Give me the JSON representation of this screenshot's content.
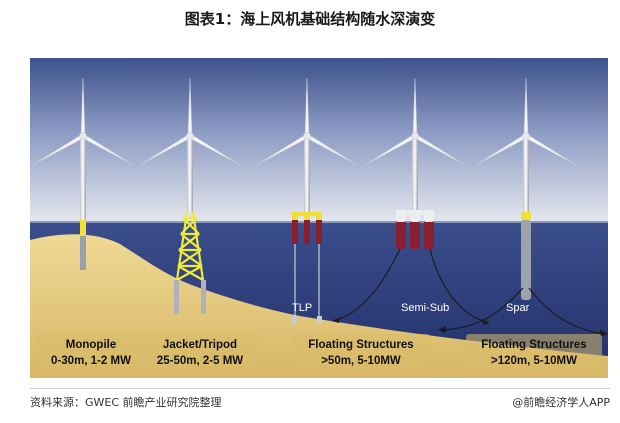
{
  "title": "图表1：海上风机基础结构随水深演变",
  "labels": {
    "tlp": "TLP",
    "semi_sub": "Semi-Sub",
    "spar": "Spar"
  },
  "captions": [
    {
      "name": "Monopile",
      "detail": "0-30m, 1-2 MW"
    },
    {
      "name": "Jacket/Tripod",
      "detail": "25-50m, 2-5 MW"
    },
    {
      "name": "Floating Structures",
      "detail": ">50m, 5-10MW"
    },
    {
      "name": "Floating Structures",
      "detail": ">120m, 5-10MW"
    }
  ],
  "footer": {
    "source": "资料来源：GWEC 前瞻产业研究院整理",
    "brand": "@前瞻经济学人APP"
  },
  "colors": {
    "sky_top": "#3a4f8a",
    "sky_bottom": "#dfe3ee",
    "sea": "#2c3f7c",
    "seabed": "#e8cf8a",
    "jacket": "#f2ea3a",
    "float_red": "#8a1f2f"
  }
}
